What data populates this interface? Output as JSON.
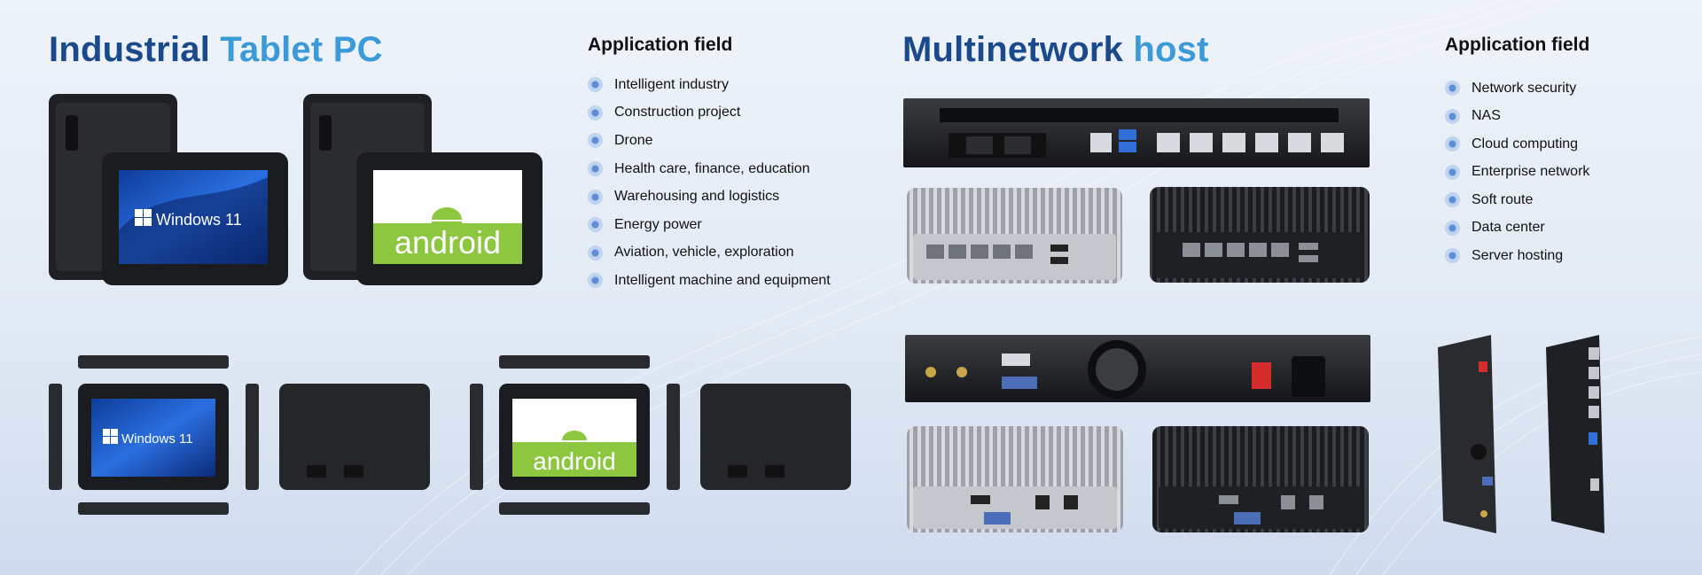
{
  "left": {
    "title_part1": "Industrial",
    "title_part2": "Tablet PC",
    "app_heading": "Application field",
    "app_items": [
      "Intelligent industry",
      "Construction project",
      "Drone",
      "Health care, finance, education",
      "Warehousing and logistics",
      "Energy power",
      "Aviation, vehicle, exploration",
      "Intelligent machine and equipment"
    ],
    "screen_windows": "Windows 11",
    "screen_android": "android"
  },
  "right": {
    "title_part1": "Multinetwork",
    "title_part2": "host",
    "app_heading": "Application field",
    "app_items": [
      "Network security",
      "NAS",
      "Cloud computing",
      "Enterprise network",
      "Soft route",
      "Data center",
      "Server hosting"
    ]
  },
  "colors": {
    "title_dark": "#1b4a8c",
    "title_light": "#3b9ad8",
    "android_green": "#8dc63f",
    "windows_blue": "#1c5fc9"
  }
}
